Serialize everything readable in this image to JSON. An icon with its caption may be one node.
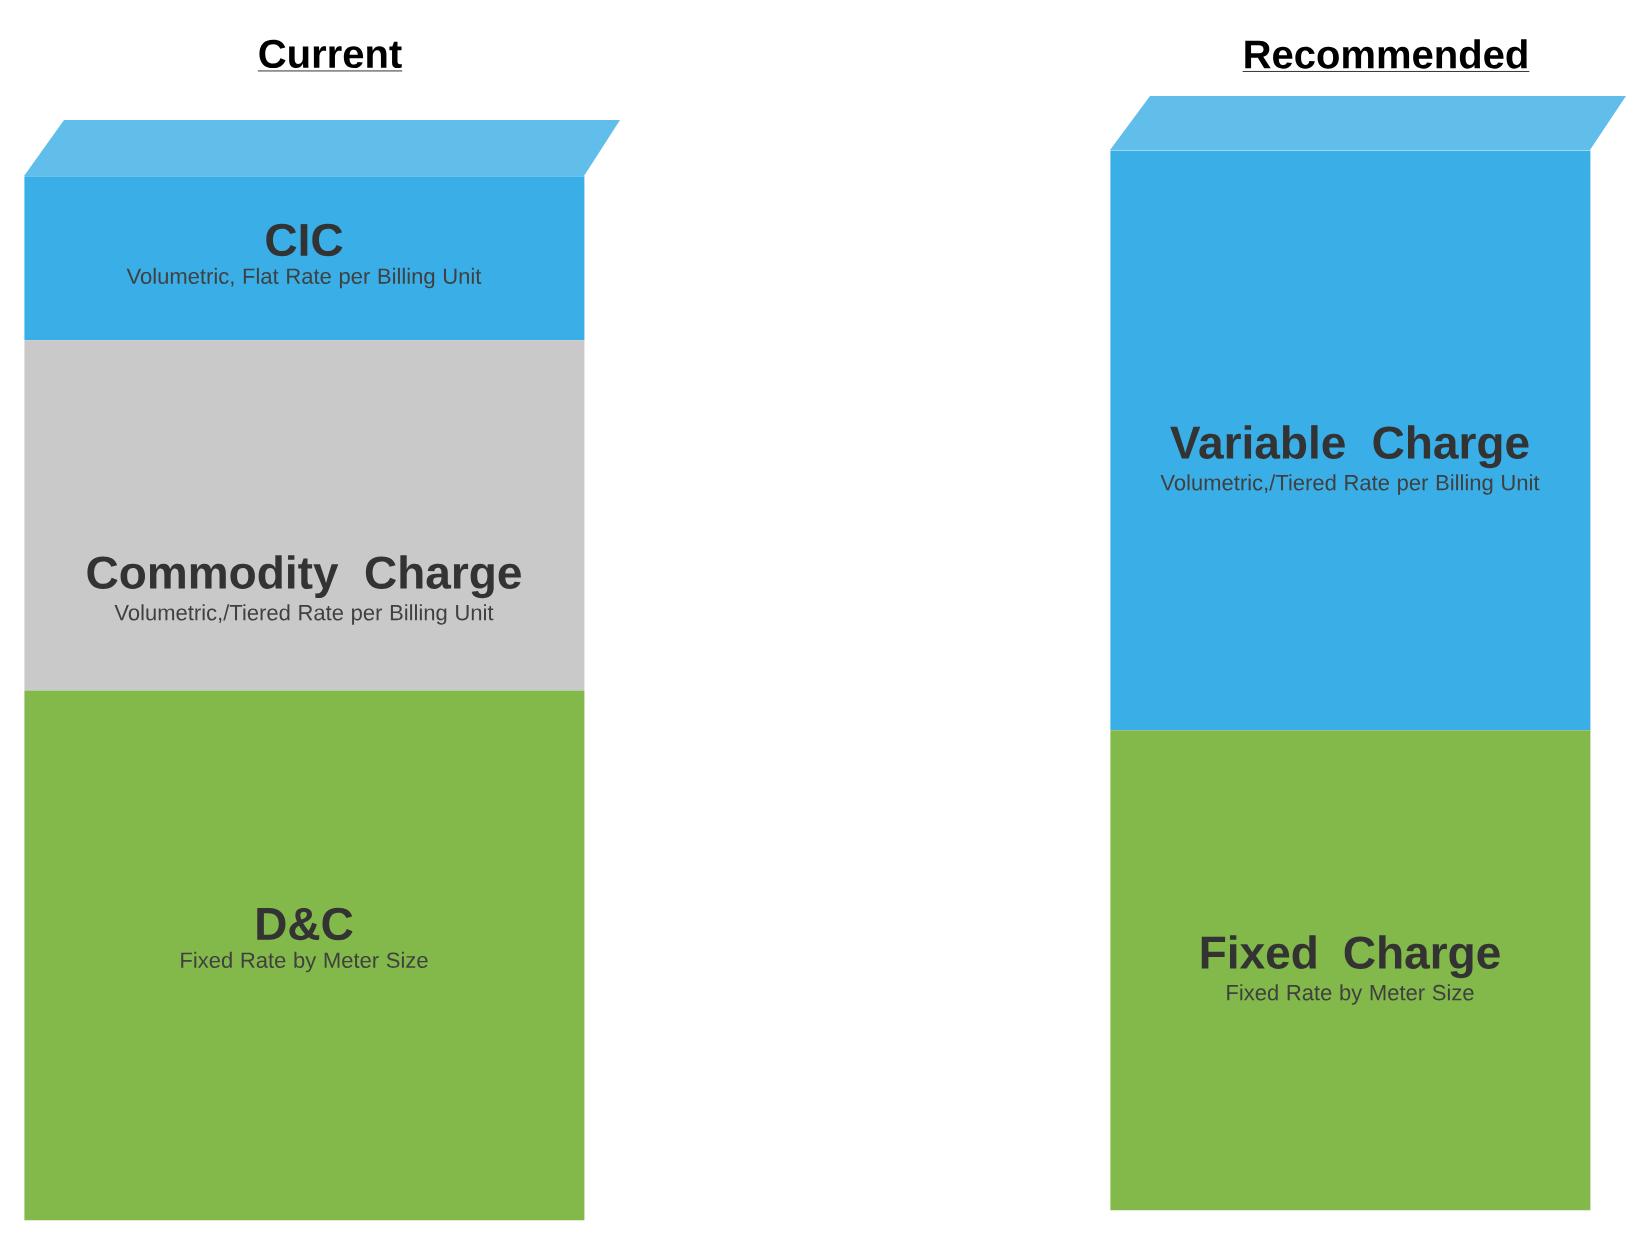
{
  "diagram": {
    "nodes": [
      {
        "text": [
          "CIC",
          "Volumetric, Flat Rate per Billing Unit"
        ]
      },
      {
        "text": [
          "Commodity Charge",
          "Volumetric,/Tiered Rate per Billing Unit"
        ]
      },
      {
        "text": [
          "D&C",
          "Fixed Rate by Meter Size"
        ]
      },
      {
        "text": [
          "Variable Charge",
          "Volumetric,/Tiered Rate per Billing Unit"
        ]
      },
      {
        "text": [
          "Fixed Charge",
          "Fixed Rate by Meter Size"
        ]
      }
    ],
    "labels": [
      "Current",
      "Recommended"
    ]
  }
}
